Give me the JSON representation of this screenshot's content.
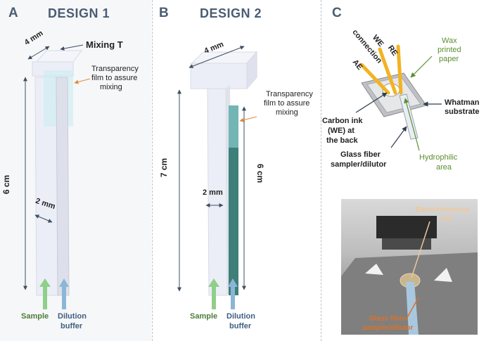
{
  "panel_a": {
    "letter": "A",
    "title": "DESIGN 1",
    "width_top": "4 mm",
    "mixing_label": "Mixing T",
    "film_label_line1": "Transparency",
    "film_label_line2": "film to assure",
    "film_label_line3": "mixing",
    "length_label": "6 cm",
    "width_label": "2 mm",
    "sample_label": "Sample",
    "buffer_label_line1": "Dilution",
    "buffer_label_line2": "buffer"
  },
  "panel_b": {
    "letter": "B",
    "title": "DESIGN 2",
    "width_top": "4 mm",
    "film_label_line1": "Transparency",
    "film_label_line2": "film to assure",
    "film_label_line3": "mixing",
    "length_left": "7 cm",
    "length_right": "6 cm",
    "width_label": "2 mm",
    "sample_label": "Sample",
    "buffer_label_line1": "Dilution",
    "buffer_label_line2": "buffer"
  },
  "panel_c": {
    "letter": "C",
    "we_line1": "WE",
    "we_line2": "connection",
    "re_label": "RE",
    "ae_label": "AE",
    "wax_line1": "Wax",
    "wax_line2": "printed",
    "wax_line3": "paper",
    "whatman_line1": "Whatman",
    "whatman_line2": "substrate",
    "carbon_line1": "Carbon ink",
    "carbon_line2": "(WE) at",
    "carbon_line3": "the back",
    "glass_line1": "Glass fiber",
    "glass_line2": "sampler/dilutor",
    "hydro_line1": "Hydrophilic",
    "hydro_line2": "area",
    "photo_cell_line1": "Electrochemical",
    "photo_cell_line2": "cell",
    "photo_glass_line1": "Glass fiber",
    "photo_glass_line2": "sampler/dilutor"
  },
  "colors": {
    "heading": "#4a5d73",
    "sample_arrow": "#8fcf8a",
    "buffer_arrow": "#8bb6d6",
    "sample_text": "#4e7d3a",
    "buffer_text": "#3f5f80",
    "green_label": "#5a8f2e",
    "orange_label": "#d9732a",
    "strip": "#eef0f8",
    "film_teal": "#3f7f7a"
  }
}
